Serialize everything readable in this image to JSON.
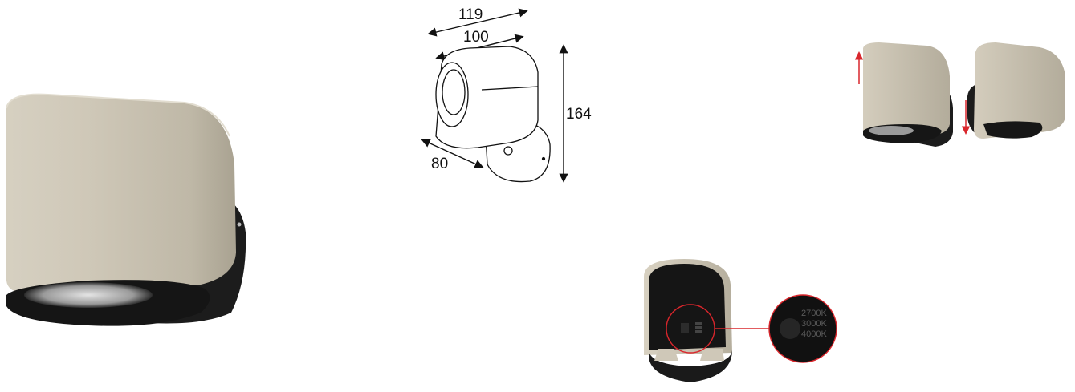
{
  "dimensions": {
    "overall_depth": "119",
    "body_depth": "100",
    "height": "164",
    "base_diameter": "80"
  },
  "color_temperatures": [
    "2700K",
    "3000K",
    "4000K"
  ],
  "colors": {
    "housing": "#c9c2b2",
    "base": "#1c1c1c",
    "arrow_accent": "#d9262c",
    "line": "#111111"
  }
}
